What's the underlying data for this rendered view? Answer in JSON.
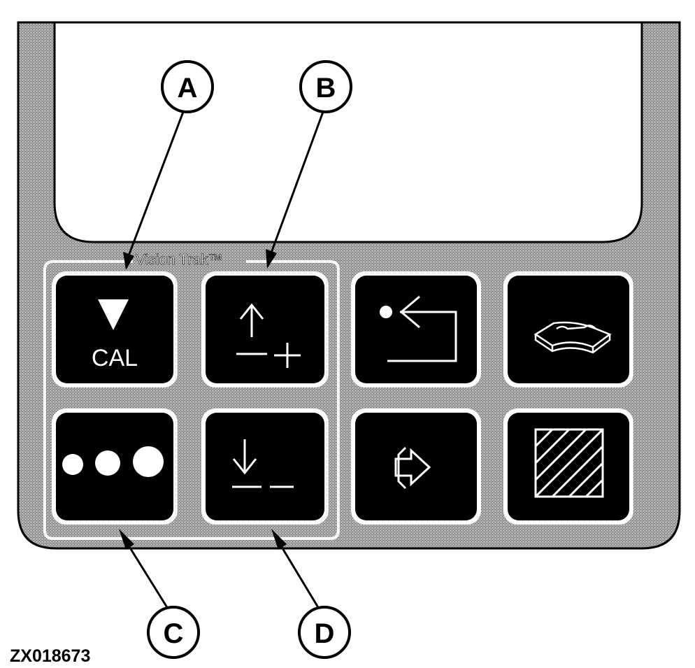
{
  "colors": {
    "panel_fill": "#9a9a9a",
    "key_fill": "#000000",
    "outline": "#000000",
    "highlight": "#ffffff",
    "background": "#ffffff"
  },
  "panel": {
    "brand": "Vision Trak™"
  },
  "keys": [
    {
      "name": "cal-key",
      "icon": "triangle-down-icon",
      "label": "CAL"
    },
    {
      "name": "raise-plus-key",
      "icon": "arrow-up-plus-icon"
    },
    {
      "name": "return-key",
      "icon": "return-arrow-icon"
    },
    {
      "name": "tools-key",
      "icon": "wrench-book-icon"
    },
    {
      "name": "menu-dots-key",
      "icon": "three-dots-icon"
    },
    {
      "name": "lower-minus-key",
      "icon": "arrow-down-minus-icon"
    },
    {
      "name": "enter-key",
      "icon": "enter-arrow-icon"
    },
    {
      "name": "hatch-key",
      "icon": "hatched-square-icon"
    }
  ],
  "callouts": [
    "A",
    "B",
    "C",
    "D"
  ],
  "figure_id": "ZX018673"
}
